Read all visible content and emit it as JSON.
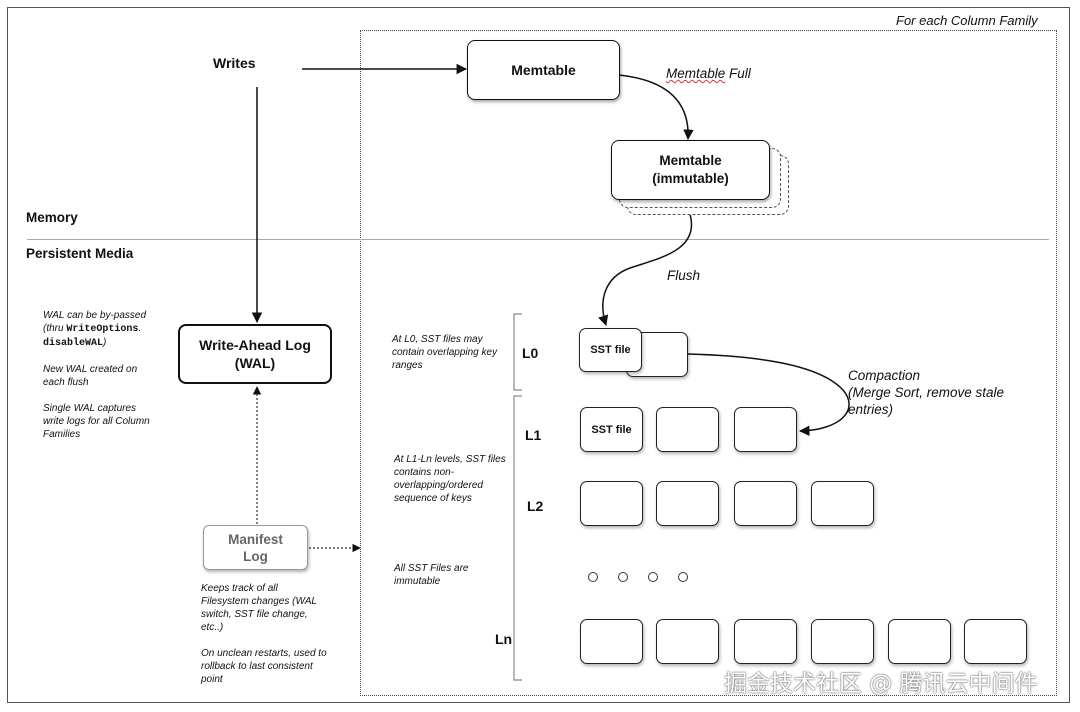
{
  "region_title": "For each Column Family",
  "sections": {
    "memory": "Memory",
    "persistent": "Persistent Media"
  },
  "writes_label": "Writes",
  "memtable": {
    "label": "Memtable"
  },
  "memtable_full": {
    "word1": "Memtable",
    "word2": " Full"
  },
  "immutable_memtable": {
    "line1": "Memtable",
    "line2": "(immutable)"
  },
  "flush_label": "Flush",
  "wal": {
    "line1": "Write-Ahead Log",
    "line2": "(WAL)"
  },
  "wal_notes": {
    "bypass_1": "WAL can be by-passed",
    "bypass_2a": "(thru ",
    "bypass_code1": "WriteOptions",
    "bypass_dot": ".",
    "bypass_code2": "disableWAL",
    "bypass_close": ")",
    "new_1": "New WAL created on",
    "new_2": "each flush",
    "single_1": "Single WAL captures",
    "single_2": "write logs for all Column",
    "single_3": "Families"
  },
  "manifest": {
    "line1": "Manifest",
    "line2": "Log"
  },
  "manifest_notes": {
    "track_1": "Keeps track of all",
    "track_2": "Filesystem changes (WAL",
    "track_3": "switch, SST file change,",
    "track_4": "etc..)",
    "restart_1": "On unclean restarts, used to",
    "restart_2": "rollback to last consistent",
    "restart_3": "point"
  },
  "levels": {
    "l0": "L0",
    "l1": "L1",
    "l2": "L2",
    "ln": "Ln"
  },
  "level_notes": {
    "l0_1": "At L0, SST files may",
    "l0_2": "contain overlapping key",
    "l0_3": "ranges",
    "ln_1": "At L1-Ln levels, SST files",
    "ln_2": "contains non-",
    "ln_3": "overlapping/ordered",
    "ln_4": "sequence of keys",
    "imm_1": "All SST Files are",
    "imm_2": "immutable"
  },
  "sst_file_label": "SST file",
  "compaction": {
    "line1": "Compaction",
    "line2": "(Merge Sort, remove stale",
    "line3": "entries)"
  },
  "watermark": "掘金技术社区 @ 腾讯云中间件"
}
